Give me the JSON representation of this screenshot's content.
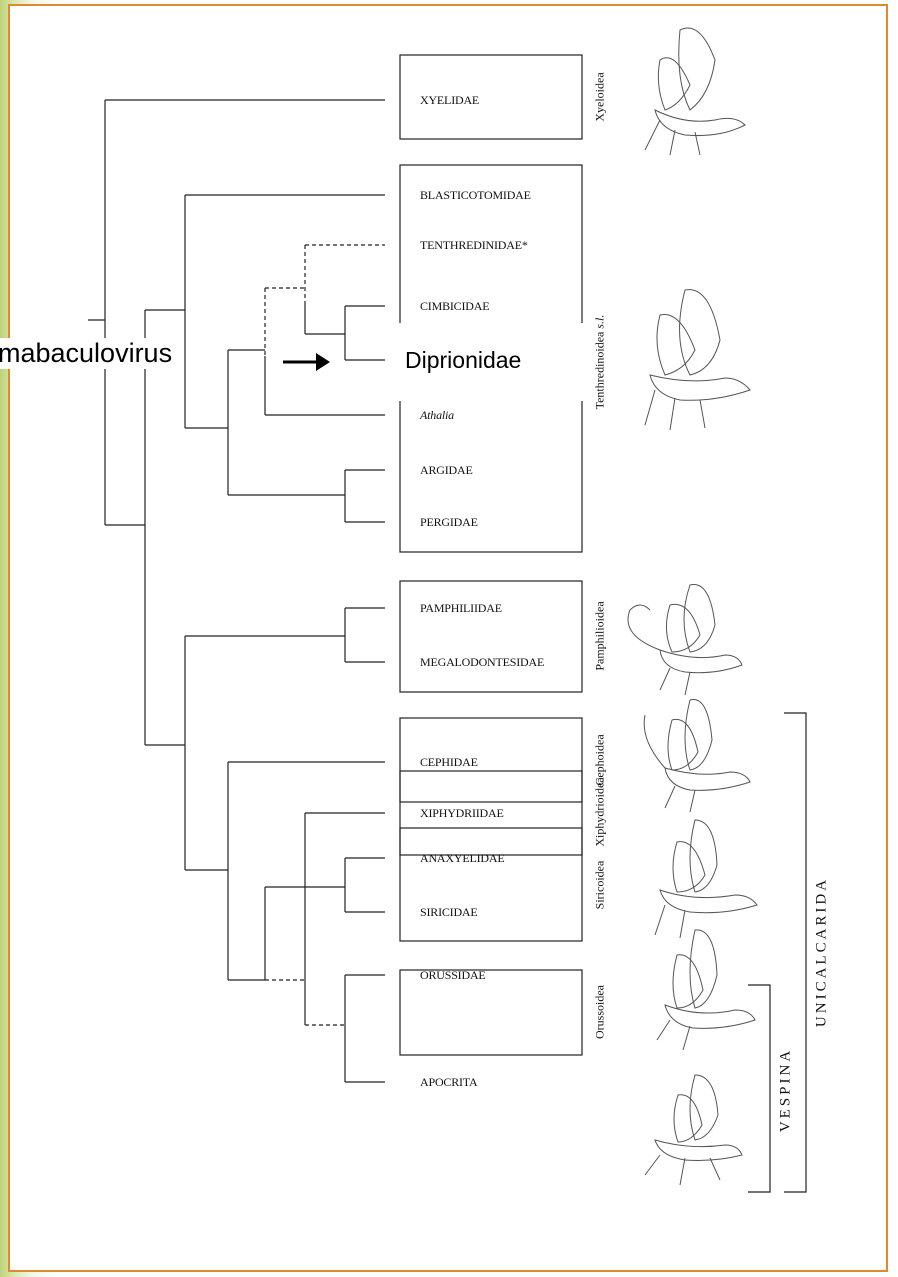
{
  "taxa": {
    "xyelidae": "XYELIDAE",
    "blasticotomidae": "BLASTICOTOMIDAE",
    "tenthredinidae": "TENTHREDINIDAE*",
    "cimbicidae": "CIMBICIDAE",
    "athalia": "Athalia",
    "argidae": "ARGIDAE",
    "pergidae": "PERGIDAE",
    "pamphiliidae": "PAMPHILIIDAE",
    "megalodontesidae": "MEGALODONTESIDAE",
    "cephidae": "CEPHIDAE",
    "anaxyelidae": "ANAXYELIDAE",
    "siricidae": "SIRICIDAE",
    "xiphydriidae": "XIPHYDRIIDAE",
    "orussidae": "ORUSSIDAE",
    "apocrita": "APOCRITA"
  },
  "superfamilies": {
    "xyeloidea": "Xyeloidea",
    "tenthredinoidea": "Tenthredinoidea",
    "tenthredinoidea_suffix": "s.l.",
    "pamphilioidea": "Pamphilioidea",
    "cephoidea": "Cephoidea",
    "siricoidea": "Siricoidea",
    "xiphydrioidea": "Xiphydrioidea",
    "orussoidea": "Orussoidea"
  },
  "clades": {
    "unicalcarida": "UNICALCARIDA",
    "vespina": "VESPINA"
  },
  "annotation": {
    "virus": "mabaculovirus",
    "arrow": "➞",
    "highlight_family": "Diprionidae"
  },
  "colors": {
    "frame": "#e08a2e",
    "left_gradient": "#bcd37a"
  },
  "icons": [
    "xyelid-wasp-icon",
    "tenthredinid-sawfly-icon",
    "pamphiliid-wasp-icon",
    "cephid-wasp-icon",
    "siricid-wasp-icon",
    "xiphydriid-wasp-icon",
    "orussid-wasp-icon"
  ]
}
